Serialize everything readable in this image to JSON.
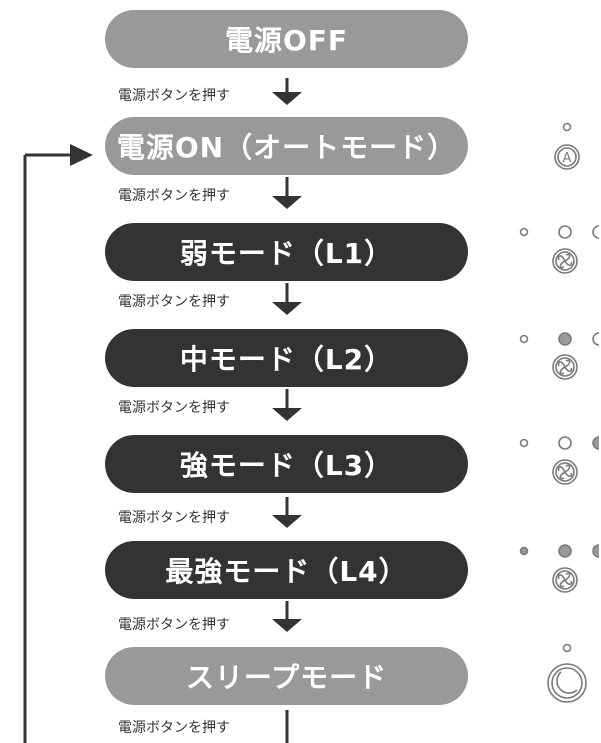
{
  "steps": [
    {
      "label": "電源OFF",
      "style": "grey"
    },
    {
      "label": "電源ON（オートモード）",
      "style": "grey"
    },
    {
      "label": "弱モード（L1）",
      "style": "dark"
    },
    {
      "label": "中モード（L2）",
      "style": "dark"
    },
    {
      "label": "強モード（L3）",
      "style": "dark"
    },
    {
      "label": "最強モード（L4）",
      "style": "dark"
    },
    {
      "label": "スリープモード",
      "style": "grey"
    }
  ],
  "transition_label": "電源ボタンを押す",
  "indicators": [
    {
      "step": "電源ON（オートモード）",
      "icon": "auto-mode-icon",
      "glyph": "A"
    },
    {
      "step": "弱モード（L1）",
      "icon": "fan-icon",
      "lamps": [
        "small-outline",
        "large-outline",
        "partial"
      ]
    },
    {
      "step": "中モード（L2）",
      "icon": "fan-icon",
      "lamps": [
        "small-outline",
        "large-filled",
        "partial"
      ]
    },
    {
      "step": "強モード（L3）",
      "icon": "fan-icon",
      "lamps": [
        "small-outline",
        "large-outline",
        "partial"
      ]
    },
    {
      "step": "最強モード（L4）",
      "icon": "fan-icon",
      "lamps": [
        "small-filled",
        "large-filled",
        "partial"
      ]
    },
    {
      "step": "スリープモード",
      "icon": "moon-icon"
    }
  ],
  "colors": {
    "grey_box": "#999999",
    "dark_box": "#333333",
    "arrow": "#333333",
    "icon_stroke": "#7a7a7a"
  }
}
